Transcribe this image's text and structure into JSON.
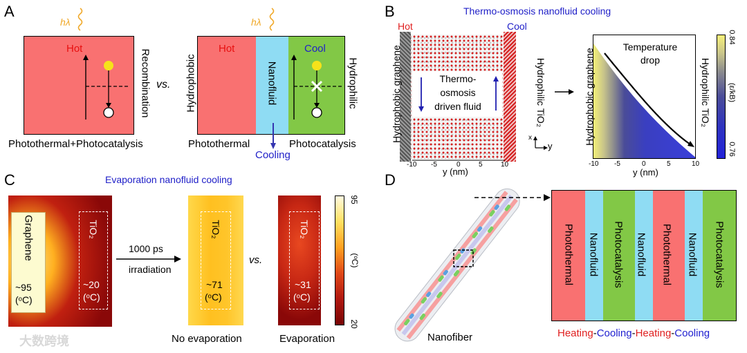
{
  "panel_labels": [
    "A",
    "B",
    "C",
    "D"
  ],
  "panelA": {
    "hv_symbol": "hλ",
    "hot": "Hot",
    "recombination": "Recombination",
    "vs": "vs.",
    "hydrophobic": "Hydrophobic",
    "hydrophilic": "Hydrophilic",
    "hot2": "Hot",
    "nanofluid": "Nanofluid",
    "cool": "Cool",
    "photothermal_photocatalysis": "Photothermal+Photocatalysis",
    "photothermal": "Photothermal",
    "photocatalysis": "Photocatalysis",
    "cooling": "Cooling",
    "colors": {
      "hot": "#f97171",
      "nanofluid": "#8fdcf3",
      "cool": "#82c846",
      "hv": "#f0a828"
    }
  },
  "panelB": {
    "title": "Thermo-osmosis nanofluid cooling",
    "hot": "Hot",
    "cool": "Cool",
    "hydrophobic_graphene": "Hydrophobic graphene",
    "hydrophilic_tio2": "Hydrophilic TiO₂",
    "driven_fluid_line1": "Thermo-",
    "driven_fluid_line2": "osmosis",
    "driven_fluid_line3": "driven fluid",
    "axis_label": "y (nm)",
    "axis_y": "y",
    "axis_x": "x",
    "ticks": [
      "-10",
      "-5",
      "0",
      "5",
      "10"
    ],
    "temp_drop_line1": "Temperature",
    "temp_drop_line2": "drop",
    "colorbar_label": "(ε/kB)",
    "colorbar_max": "0.84",
    "colorbar_min": "0.76"
  },
  "panelC": {
    "title": "Evaporation nanofluid cooling",
    "graphene": "Graphene",
    "tio2": "TiO₂",
    "temp_graphene": "~95",
    "temp_tio2_initial": "~20",
    "temp_no_evap": "~71",
    "temp_evap": "~31",
    "unit": "(ᵒC)",
    "irradiation_line1": "1000 ps",
    "irradiation_line2": "irradiation",
    "vs": "vs.",
    "no_evaporation": "No evaporation",
    "evaporation": "Evaporation",
    "colorbar_max": "95",
    "colorbar_min": "20",
    "colorbar_unit": "(ᵒC)"
  },
  "panelD": {
    "nanofiber": "Nanofiber",
    "stripes": [
      "Photothermal",
      "Nanofluid",
      "Photocatalysis",
      "Nanofluid",
      "Photothermal",
      "Nanofluid",
      "Photocatalysis"
    ],
    "heating": "Heating",
    "cooling": "Cooling",
    "dash": "-",
    "colors": {
      "photothermal": "#f97171",
      "nanofluid": "#8fdcf3",
      "photocatalysis": "#82c846",
      "heating": "#e02020",
      "cooling": "#2020d0"
    }
  },
  "watermark": "大数跨境"
}
